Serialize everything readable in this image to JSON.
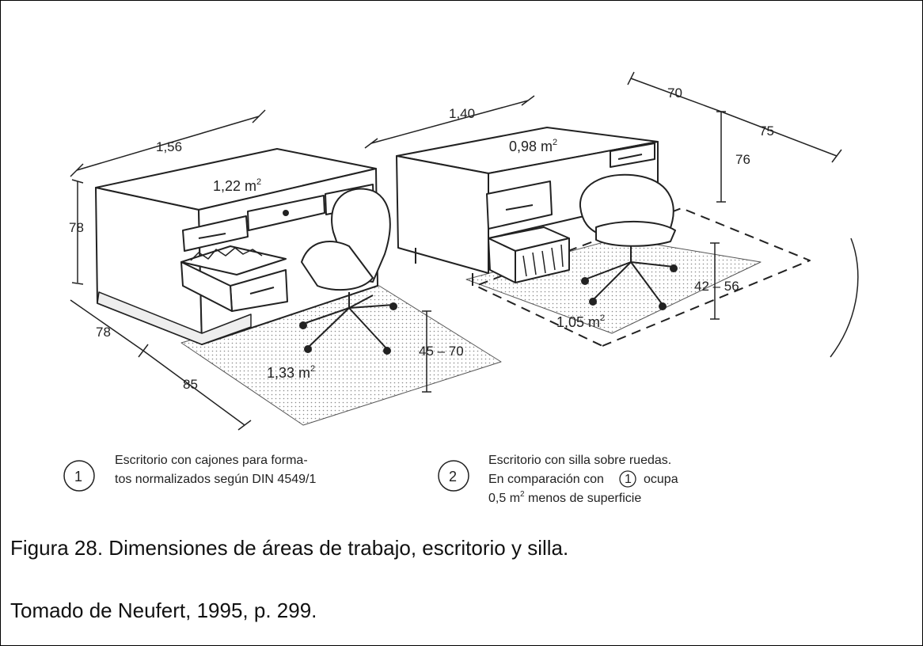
{
  "dimensions": {
    "desk1_width": "1,56",
    "desk1_area": "1,22 m",
    "desk1_area_sup": "2",
    "desk1_height": "78",
    "floor_depth": "78",
    "floor_width": "85",
    "floor1_area": "1,33 m",
    "floor1_area_sup": "2",
    "seat1_height": "45 – 70",
    "desk2_width": "1,40",
    "desk2_area": "0,98 m",
    "desk2_area_sup": "2",
    "desk2_depth": "70",
    "desk2_extra": "75",
    "desk2_height": "76",
    "seat2_height": "42 – 56",
    "floor2_area": "1,05 m",
    "floor2_area_sup": "2"
  },
  "legend": {
    "item1_number": "1",
    "item1_line1": "Escritorio con cajones para forma-",
    "item1_line2": "tos normalizados según DIN 4549/1",
    "item2_number": "2",
    "item2_line1": "Escritorio con silla sobre ruedas.",
    "item2_line2a": "En comparación con",
    "item2_ref": "1",
    "item2_line2b": "ocupa",
    "item2_line3a": "0,5 m",
    "item2_line3_sup": "2",
    "item2_line3b": " menos de superficie"
  },
  "caption": {
    "figure": "Figura 28. Dimensiones de áreas de trabajo, escritorio y silla.",
    "source": "Tomado de Neufert, 1995, p. 299."
  }
}
